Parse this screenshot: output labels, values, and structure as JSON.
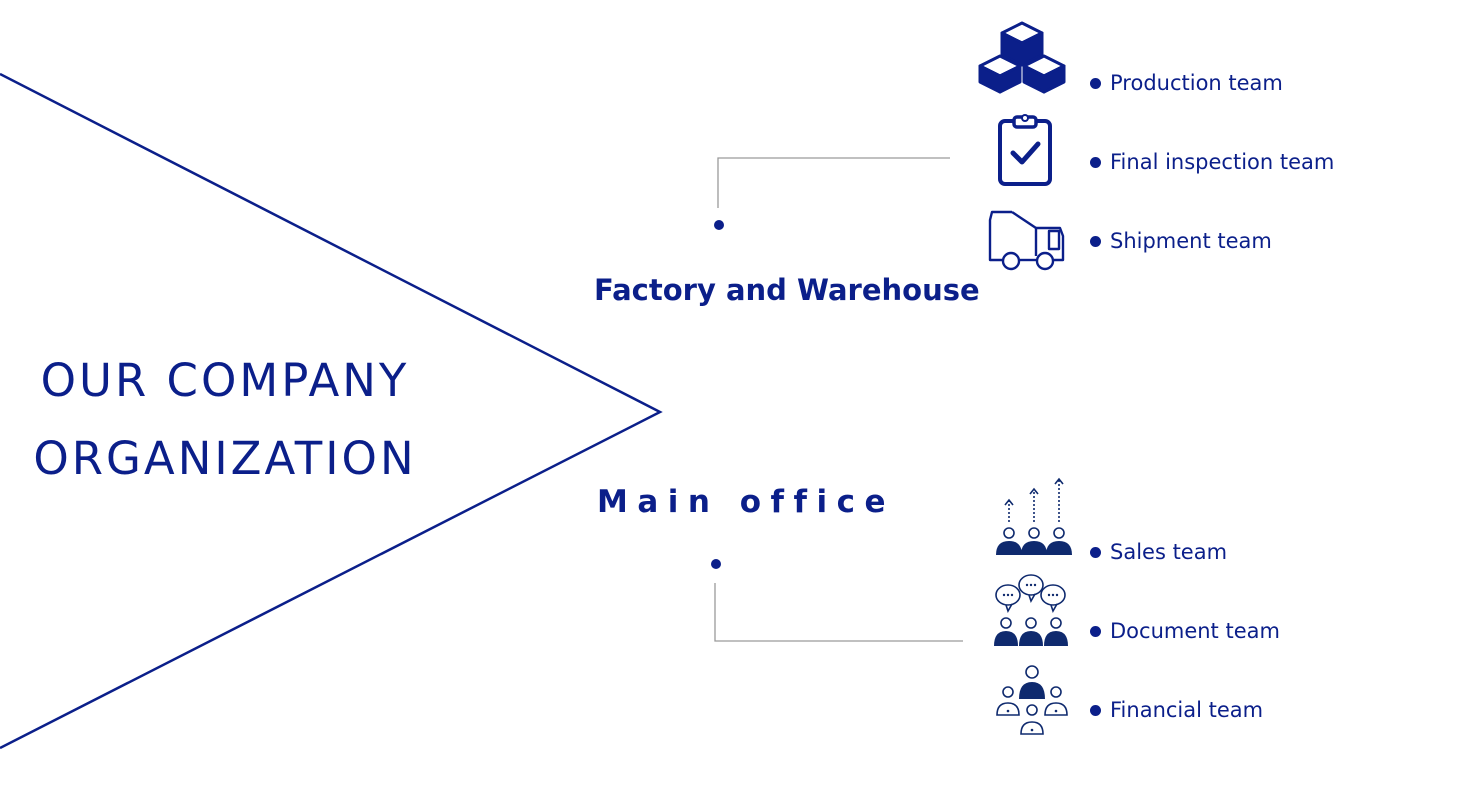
{
  "title": {
    "line1": "OUR COMPANY",
    "line2": "ORGANIZATION"
  },
  "branches": {
    "factory": {
      "label": "Factory and Warehouse",
      "teams": [
        {
          "label": "Production team",
          "icon": "cubes-icon"
        },
        {
          "label": "Final inspection team",
          "icon": "clipboard-check-icon"
        },
        {
          "label": "Shipment team",
          "icon": "truck-icon"
        }
      ]
    },
    "office": {
      "label": "Main office",
      "teams": [
        {
          "label": "Sales team",
          "icon": "growth-people-icon"
        },
        {
          "label": "Document team",
          "icon": "discussion-people-icon"
        },
        {
          "label": "Financial team",
          "icon": "team-group-icon"
        }
      ]
    }
  },
  "colors": {
    "accent": "#0b1f8a",
    "connector": "#9a9a9a",
    "icon_dark": "#0f2a6e"
  }
}
